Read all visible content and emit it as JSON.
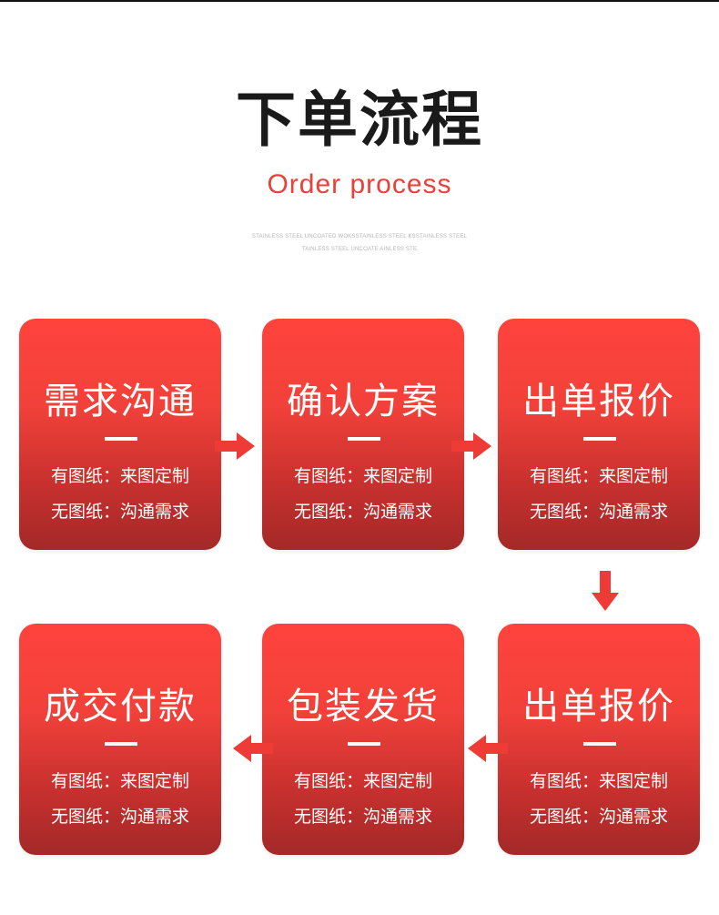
{
  "header": {
    "title": "下单流程",
    "subtitle": "Order process",
    "fine_line_1": "STAINLESS STEEL UNCOATED WOKSSTAINLESS STEEL KSSTAINLESS STEEL",
    "fine_line_2": "TAINLESS STEEL UNCOATE AINLESS STE"
  },
  "colors": {
    "accent": "#e8403a",
    "card_top": "#ff433d",
    "card_bottom": "#a32928",
    "title": "#1a1a1a"
  },
  "steps": [
    {
      "title": "需求沟通",
      "line1": "有图纸：来图定制",
      "line2": "无图纸：沟通需求"
    },
    {
      "title": "确认方案",
      "line1": "有图纸：来图定制",
      "line2": "无图纸：沟通需求"
    },
    {
      "title": "出单报价",
      "line1": "有图纸：来图定制",
      "line2": "无图纸：沟通需求"
    },
    {
      "title": "出单报价",
      "line1": "有图纸：来图定制",
      "line2": "无图纸：沟通需求"
    },
    {
      "title": "包装发货",
      "line1": "有图纸：来图定制",
      "line2": "无图纸：沟通需求"
    },
    {
      "title": "成交付款",
      "line1": "有图纸：来图定制",
      "line2": "无图纸：沟通需求"
    }
  ],
  "arrows": [
    "arrow-right-icon",
    "arrow-right-icon",
    "arrow-down-icon",
    "arrow-left-icon",
    "arrow-left-icon"
  ]
}
